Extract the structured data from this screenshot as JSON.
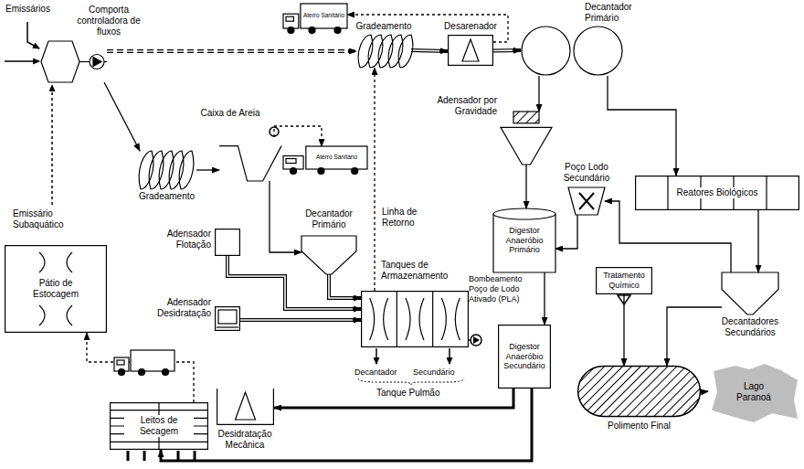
{
  "diagram": {
    "nodes": [
      {
        "text": [
          "Comporta controladora de fluxos"
        ]
      },
      {
        "text": [
          "Aterro Sanitário"
        ]
      },
      {
        "text": [
          "Gradeamento"
        ]
      },
      {
        "text": [
          "Desarenador"
        ]
      },
      {
        "text": [
          "Decantador Primário"
        ]
      },
      {
        "text": [
          "Adensador por Gravidade"
        ]
      },
      {
        "text": [
          "Gradeamento"
        ]
      },
      {
        "text": [
          "Caixa de Areia"
        ]
      },
      {
        "text": [
          "Aterro Sanitário"
        ]
      },
      {
        "text": [
          "Reatores Biológicos"
        ]
      },
      {
        "text": [
          "Poço Lodo Secundário"
        ]
      },
      {
        "text": [
          "Adensador Flotação"
        ]
      },
      {
        "text": [
          "Decantador Primário"
        ]
      },
      {
        "text": [
          "Digestor Anaeróbio Primário"
        ]
      },
      {
        "text": [
          "Tanques de Armazenamento"
        ]
      },
      {
        "text": [
          "Tratamento Químico"
        ]
      },
      {
        "text": [
          "Decantadores Secundários"
        ]
      },
      {
        "text": [
          "Adensador Desidratação"
        ]
      },
      {
        "text": [
          "Pátio de Estocagem"
        ]
      },
      {
        "text": [
          "Digestor Anaeróbio Secundário"
        ]
      },
      {
        "text": [
          "Polimento Final"
        ]
      },
      {
        "text": [
          "Lago Paranoá"
        ]
      },
      {
        "text": [
          "Leitos de Secagem"
        ]
      },
      {
        "text": [
          "Desidratação Mecânica"
        ]
      }
    ],
    "edges": [
      {
        "from": 0,
        "to": 2,
        "arrow": "to"
      },
      {
        "from": 0,
        "to": 6,
        "arrow": "to"
      },
      {
        "from": 2,
        "to": 3,
        "arrow": "to"
      },
      {
        "from": 3,
        "to": 4,
        "arrow": "to"
      },
      {
        "from": 3,
        "to": 1,
        "arrow": "to"
      },
      {
        "from": 6,
        "to": 7,
        "arrow": "to"
      },
      {
        "from": 7,
        "to": 8,
        "arrow": "to"
      },
      {
        "from": 7,
        "to": 12,
        "arrow": "to"
      },
      {
        "from": 4,
        "to": 5,
        "arrow": "to"
      },
      {
        "from": 4,
        "to": 9,
        "arrow": "to"
      },
      {
        "from": 5,
        "to": 13,
        "arrow": "to"
      },
      {
        "from": 13,
        "to": 19,
        "arrow": "to"
      },
      {
        "from": 9,
        "to": 16,
        "arrow": "to"
      },
      {
        "from": 16,
        "to": 10,
        "arrow": "to"
      },
      {
        "from": 10,
        "to": 13,
        "arrow": "to"
      },
      {
        "from": 12,
        "to": 14,
        "arrow": "to"
      },
      {
        "from": 11,
        "to": 14,
        "arrow": "to"
      },
      {
        "from": 17,
        "to": 14,
        "arrow": "to"
      },
      {
        "from": 14,
        "to": 2,
        "arrow": "to",
        "label": "Linha de Retorno"
      },
      {
        "from": 15,
        "to": 20,
        "arrow": "to"
      },
      {
        "from": 16,
        "to": 20,
        "arrow": "to"
      },
      {
        "from": 20,
        "to": 21,
        "arrow": "to"
      },
      {
        "from": 19,
        "to": 23,
        "arrow": "to"
      },
      {
        "from": 19,
        "to": 22,
        "arrow": "to"
      },
      {
        "from": 22,
        "to": 18,
        "arrow": "to"
      }
    ],
    "labels": [
      "Emissários",
      "Emissário Subaquático",
      "Bombeamento Poço de Lodo Ativado (PLA)",
      "Decantador",
      "Secundário",
      "Tanque Pulmão"
    ]
  }
}
